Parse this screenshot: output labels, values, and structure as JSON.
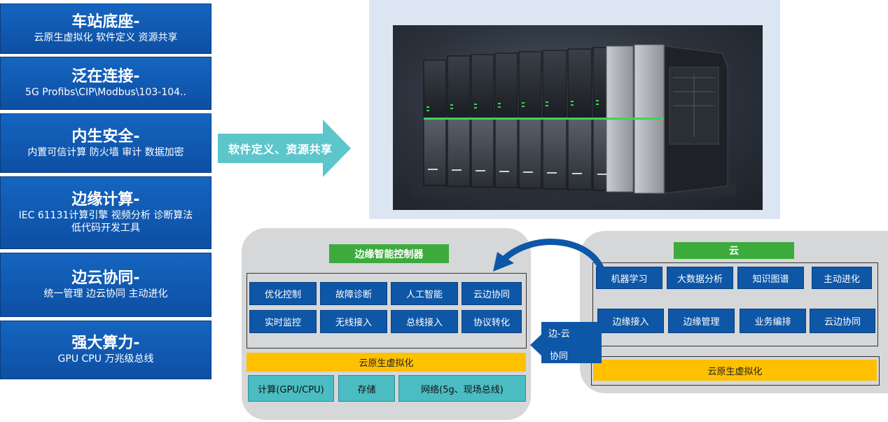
{
  "features": [
    {
      "title": "车站底座-",
      "subtitle": "云原生虚拟化 软件定义 资源共享"
    },
    {
      "title": "泛在连接-",
      "subtitle": "5G Profibs\\CIP\\Modbus\\103-104.."
    },
    {
      "title": "内生安全-",
      "subtitle": "内置可信计算 防火墙 审计 数据加密"
    },
    {
      "title": "边缘计算-",
      "subtitle": "IEC 61131计算引擎 视频分析 诊断算法",
      "subtitle2": "低代码开发工具"
    },
    {
      "title": "边云协同-",
      "subtitle": "统一管理 边云协同 主动进化"
    },
    {
      "title": "强大算力-",
      "subtitle": "GPU CPU 万兆级总线"
    }
  ],
  "arrow_label": "软件定义、资源共享",
  "edge_controller": {
    "title": "边缘智能控制器",
    "row1": [
      "优化控制",
      "故障诊断",
      "人工智能",
      "云边协同"
    ],
    "row2": [
      "实时监控",
      "无线接入",
      "总线接入",
      "协议转化"
    ],
    "virtualization": "云原生虚拟化",
    "resources": [
      "计算(GPU/CPU)",
      "存储",
      "网络(5g、现场总线)"
    ]
  },
  "cloud": {
    "title": "云",
    "row1": [
      "机器学习",
      "大数据分析",
      "知识图谱",
      "主动进化"
    ],
    "row2": [
      "边缘接入",
      "边缘管理",
      "业务编排",
      "云边协同"
    ],
    "virtualization": "云原生虚拟化"
  },
  "edge_cloud_label": {
    "line1": "边-云",
    "line2": "协同"
  },
  "colors": {
    "feature_blue": "#1565c0",
    "block_blue": "#0e57a7",
    "title_green": "#3cab3c",
    "bar_yellow": "#ffc000",
    "teal": "#4bbcc1",
    "arrow_teal": "#5cc6cb"
  }
}
